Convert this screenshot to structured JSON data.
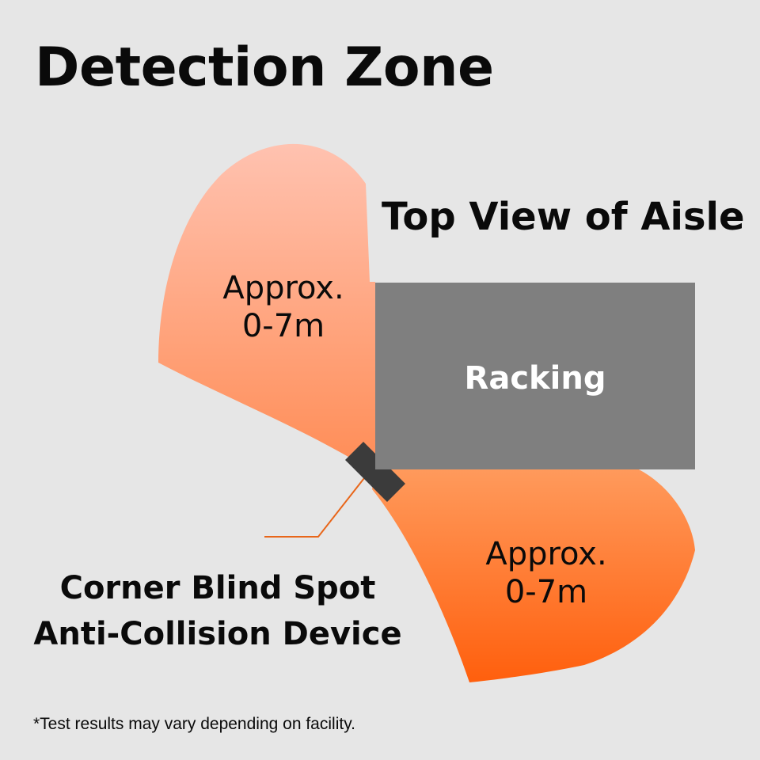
{
  "title": "Detection Zone",
  "subtitle": "Top View of Aisle",
  "rack_label": "Racking",
  "zones": [
    {
      "line1": "Approx.",
      "line2": "0-7m"
    },
    {
      "line1": "Approx.",
      "line2": "0-7m"
    }
  ],
  "device": {
    "line1": "Corner Blind Spot",
    "line2": "Anti-Collision Device"
  },
  "note": "*Test results may vary depending on facility.",
  "colors": {
    "background": "#e6e6e6",
    "rack": "#7f7f7f",
    "device": "#3b3b3b",
    "leader_line": "#e8661a",
    "zone_upper_top": "#ffc2b0",
    "zone_upper_bottom": "#ff8c55",
    "zone_lower_top": "#ff9a5c",
    "zone_lower_bottom": "#ff5f0d"
  }
}
